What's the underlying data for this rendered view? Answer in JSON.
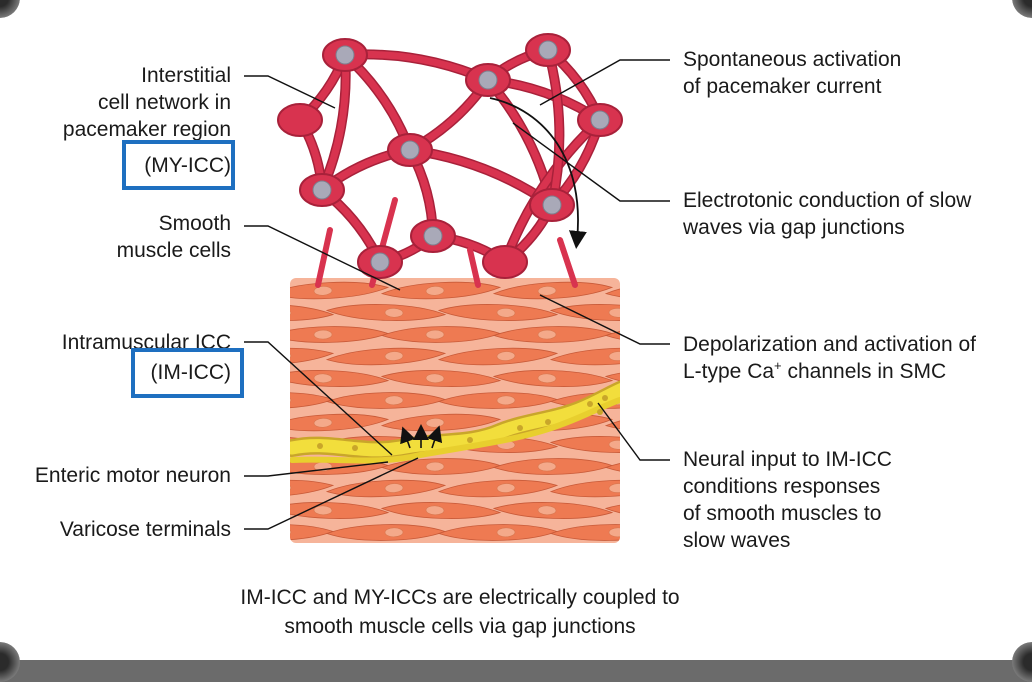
{
  "labels": {
    "interstitial_network": [
      "Interstitial",
      "cell network in",
      "pacemaker region"
    ],
    "my_icc": "(MY-ICC)",
    "smooth_muscle": [
      "Smooth",
      "muscle cells"
    ],
    "intramuscular_icc": "Intramuscular ICC",
    "im_icc": "(IM-ICC)",
    "enteric_motor_neuron": "Enteric motor neuron",
    "varicose_terminals": "Varicose terminals",
    "spontaneous_activation": [
      "Spontaneous activation",
      "of pacemaker current"
    ],
    "electrotonic_conduction": [
      "Electrotonic conduction of slow",
      "waves via gap junctions"
    ],
    "depolarization_line1": "Depolarization and activation of",
    "depolarization_line2_pre": "L-type Ca",
    "depolarization_line2_sup": "+",
    "depolarization_line2_post": " channels in SMC",
    "neural_input": [
      "Neural input to IM-ICC",
      "conditions responses",
      "of smooth muscles to",
      "slow waves"
    ]
  },
  "caption": [
    "IM-ICC and MY-ICCs are electrically coupled to",
    "smooth muscle cells via gap junctions"
  ],
  "colors": {
    "icc_network": "#d8334f",
    "icc_nucleus": "#a9a9b8",
    "muscle_cell": "#ee7a52",
    "muscle_nucleus": "#f4a98a",
    "neuron": "#f2de3c",
    "highlight": "#1e6fc0"
  }
}
